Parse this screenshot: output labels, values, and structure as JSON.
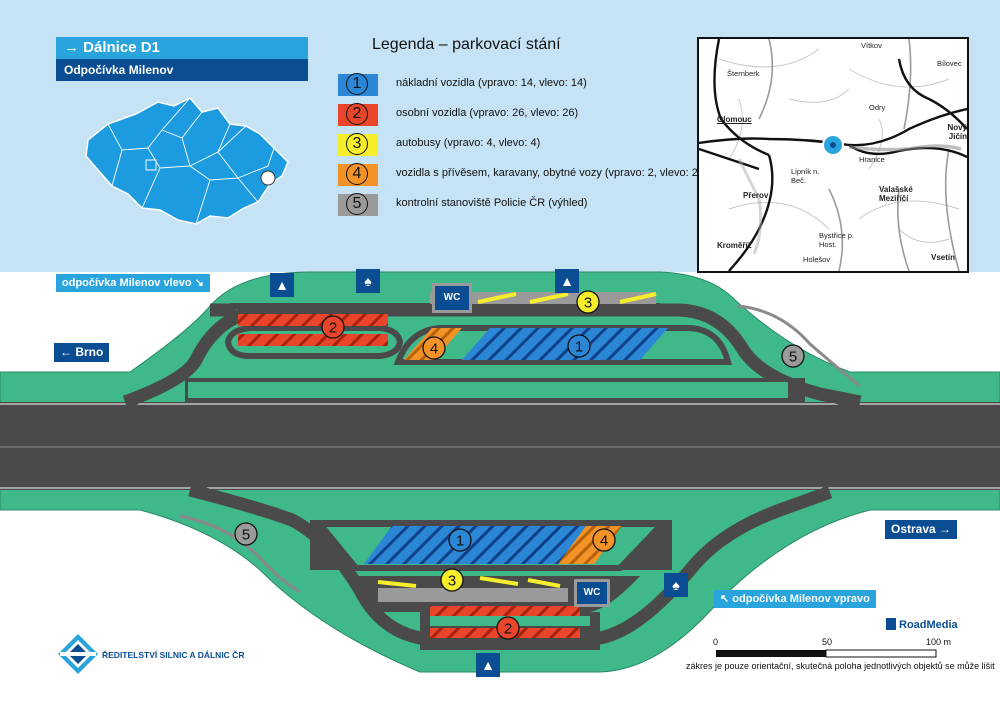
{
  "title": {
    "highway": "Dálnice D1",
    "rest_area": "Odpočívka Milenov"
  },
  "legend": {
    "heading": "Legenda – parkovací stání",
    "items": [
      {
        "num": "1",
        "text": "nákladní vozidla (vpravo: 14, vlevo: 14)",
        "color": "#2b86d6"
      },
      {
        "num": "2",
        "text": "osobní vozidla (vpravo: 26, vlevo: 26)",
        "color": "#e8452a"
      },
      {
        "num": "3",
        "text": "autobusy (vpravo: 4, vlevo: 4)",
        "color": "#f6ee2a"
      },
      {
        "num": "4",
        "text": "vozidla s přívěsem, karavany, obytné vozy (vpravo: 2, vlevo: 2)",
        "color": "#f39327"
      },
      {
        "num": "5",
        "text": "kontrolní stanoviště Policie ČR (výhled)",
        "color": "#9a9a9a"
      }
    ]
  },
  "inset_map": {
    "places": [
      "Vítkov",
      "Šternberk",
      "Bílovec",
      "Odry",
      "Olomouc",
      "Nový Jičín",
      "Hranice",
      "Lipník n. Beč.",
      "Přerov",
      "Valašské Meziříčí",
      "Kroměříž",
      "Bystřice p. Host.",
      "Holešov",
      "Vsetín"
    ]
  },
  "labels": {
    "left_area": "odpočívka Milenov vlevo",
    "right_area": "odpočívka Milenov vpravo",
    "dir_brno": "Brno",
    "dir_ostrava": "Ostrava",
    "wc": "WC",
    "arrow_left": "←",
    "arrow_right": "→",
    "arrow_title": "→",
    "arrow_se": "↘",
    "arrow_nw": "↖"
  },
  "scale": {
    "ticks": [
      "0",
      "50",
      "100 m"
    ]
  },
  "note": "zákres je pouze orientační, skutečná poloha jednotlivých objektů se může lišit",
  "brand": "RoadMedia",
  "authority": "ŘEDITELSTVÍ SILNIC A DÁLNIC ČR",
  "colors": {
    "sky": "#c5e3f4",
    "grass": "#3fb88a",
    "road": "#4a4a4a",
    "dark_blue": "#0b4d92",
    "light_blue": "#2aa4dc"
  }
}
